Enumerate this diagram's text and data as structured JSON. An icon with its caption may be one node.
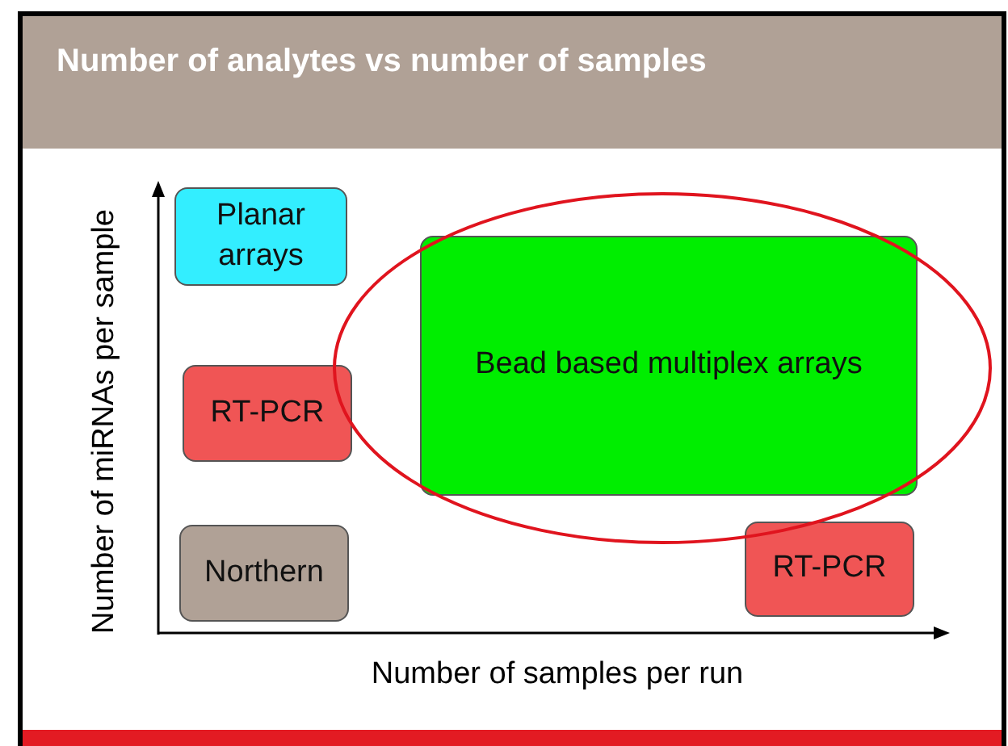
{
  "diagram": {
    "title": "Number of analytes vs number of samples",
    "nodes": [
      {
        "text": [
          "Planar arrays"
        ]
      },
      {
        "text": [
          "Bead based multiplex arrays"
        ]
      },
      {
        "text": [
          "RT-PCR"
        ]
      },
      {
        "text": [
          "Northern"
        ]
      },
      {
        "text": [
          "RT-PCR"
        ]
      }
    ],
    "edges": [],
    "labels": [
      "Number of miRNAs per sample",
      "Number of samples per run"
    ]
  }
}
